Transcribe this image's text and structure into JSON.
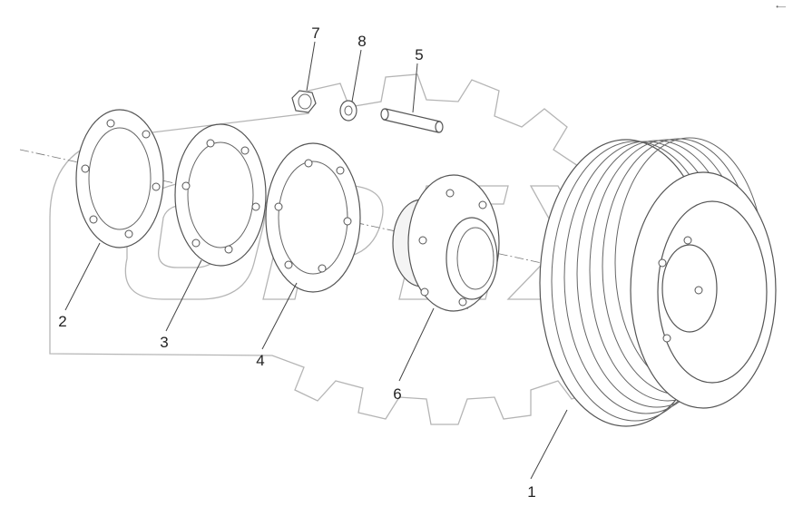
{
  "callouts": [
    {
      "id": "part-1",
      "label": "1"
    },
    {
      "id": "part-2",
      "label": "2"
    },
    {
      "id": "part-3",
      "label": "3"
    },
    {
      "id": "part-4",
      "label": "4"
    },
    {
      "id": "part-5",
      "label": "5"
    },
    {
      "id": "part-6",
      "label": "6"
    },
    {
      "id": "part-7",
      "label": "7"
    },
    {
      "id": "part-8",
      "label": "8"
    }
  ],
  "corner_mark": "•—"
}
